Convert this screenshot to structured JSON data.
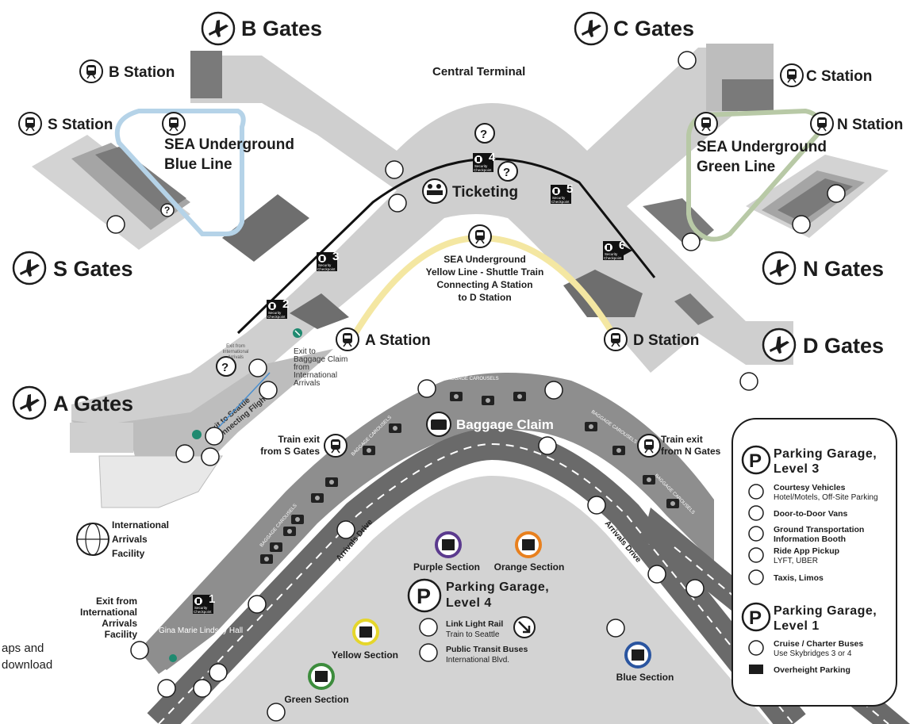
{
  "gates": {
    "b": "B Gates",
    "c": "C Gates",
    "s": "S Gates",
    "n": "N Gates",
    "a": "A Gates",
    "d": "D Gates"
  },
  "stations": {
    "b": "B Station",
    "c": "C Station",
    "s": "S Station",
    "n": "N Station",
    "a": "A Station",
    "d": "D Station"
  },
  "central_terminal": "Central Terminal",
  "ticketing": "Ticketing",
  "baggage_claim": "Baggage Claim",
  "baggage_carousels": "BAGGAGE CAROUSELS",
  "underground_blue": [
    "SEA Underground",
    "Blue Line"
  ],
  "underground_green": [
    "SEA Underground",
    "Green Line"
  ],
  "underground_yellow": [
    "SEA Underground",
    "Yellow Line - Shuttle Train",
    "Connecting A Station",
    "to D Station"
  ],
  "checkpoints": {
    "label_1": "Security",
    "label_2": "Checkpoint",
    "numbers": [
      "1",
      "2",
      "3",
      "4",
      "5",
      "6"
    ]
  },
  "exit_intl_arrivals_small": [
    "Exit from",
    "International",
    "Arrivals"
  ],
  "exit_to_baggage": [
    "Exit to",
    "Baggage Claim",
    "from",
    "International",
    "Arrivals"
  ],
  "exit_to_seattle": [
    "Exit to Seattle",
    "Connecting Flights"
  ],
  "train_exit_s": [
    "Train exit",
    "from S Gates"
  ],
  "train_exit_n": [
    "Train exit",
    "from N Gates"
  ],
  "intl_arrivals_facility": [
    "International",
    "Arrivals",
    "Facility"
  ],
  "exit_intl_facility": [
    "Exit from",
    "International",
    "Arrivals",
    "Facility"
  ],
  "gina_hall": "Gina Marie Lindsey Hall",
  "arrivals_drive": "Arrivals Drive",
  "sections": {
    "purple": "Purple Section",
    "orange": "Orange Section",
    "yellow": "Yellow Section",
    "green": "Green Section",
    "blue": "Blue Section"
  },
  "section_colors": {
    "purple": "#5b3a8e",
    "orange": "#e8801e",
    "yellow": "#e5d62b",
    "green": "#3c8c3c",
    "blue": "#2a55a0"
  },
  "garage_level4": {
    "title": [
      "Parking Garage,",
      "Level 4"
    ],
    "link_rail": [
      "Link Light Rail",
      "Train to Seattle"
    ],
    "transit": [
      "Public Transit Buses",
      "International Blvd."
    ]
  },
  "legend": {
    "level3_title": [
      "Parking Garage,",
      "Level 3"
    ],
    "level3_items": [
      {
        "icon": "courtesy-vehicle-icon",
        "title": "Courtesy Vehicles",
        "sub": "Hotel/Motels, Off-Site Parking"
      },
      {
        "icon": "van-icon",
        "title": "Door-to-Door Vans",
        "sub": ""
      },
      {
        "icon": "info-booth-icon",
        "title": "Ground Transportation",
        "sub": "Information Booth"
      },
      {
        "icon": "ride-app-icon",
        "title": "Ride App Pickup",
        "sub": "LYFT, UBER"
      },
      {
        "icon": "taxi-icon",
        "title": "Taxis, Limos",
        "sub": ""
      }
    ],
    "level1_title": [
      "Parking Garage,",
      "Level 1"
    ],
    "level1_items": [
      {
        "icon": "charter-bus-icon",
        "title": "Cruise / Charter Buses",
        "sub": "Use Skybridges 3 or 4"
      },
      {
        "icon": "truck-icon",
        "title": "Overheight Parking",
        "sub": ""
      }
    ]
  },
  "cut_text": [
    "aps and",
    "download"
  ],
  "colors": {
    "terminal_light": "#cfcfcf",
    "terminal_mid": "#9a9a9a",
    "terminal_dark": "#6e6e6e",
    "blue_line": "#b5d3e8",
    "green_line": "#b8c9a6",
    "yellow_line": "#f4e7a2",
    "road": "#6a6a6a"
  },
  "sit_meta": {
    "app_title": "SEA Airport Map"
  }
}
